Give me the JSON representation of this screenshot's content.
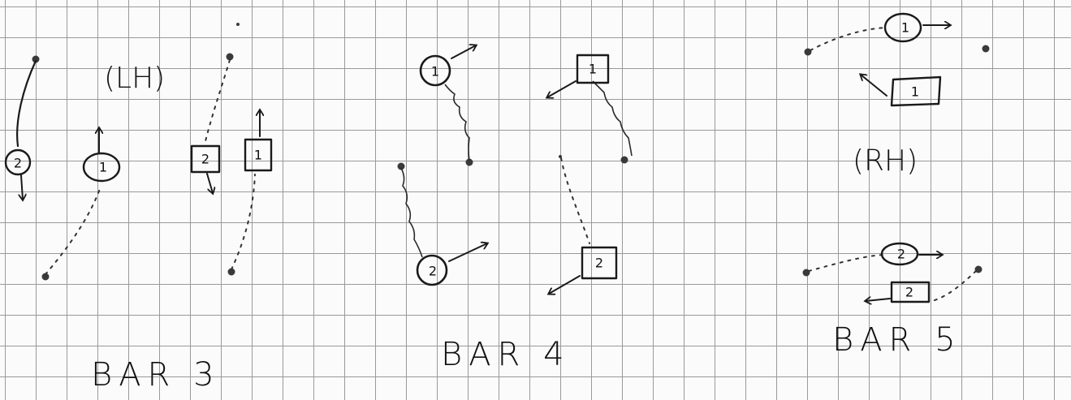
{
  "hand_labels": {
    "left_hand": "(LH)",
    "right_hand": "(RH)"
  },
  "bars": [
    {
      "label": "BAR 3"
    },
    {
      "label": "BAR 4"
    },
    {
      "label": "BAR 5"
    }
  ],
  "dancer_numbers": {
    "one": "1",
    "two": "2"
  }
}
